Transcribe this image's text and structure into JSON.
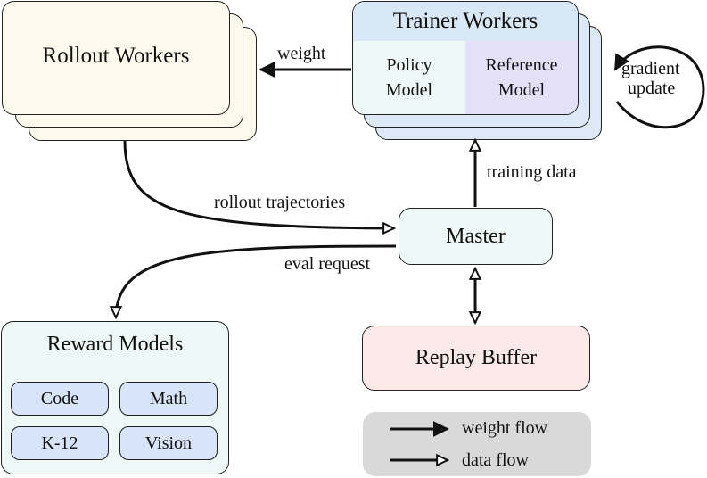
{
  "rollout": {
    "title": "Rollout Workers"
  },
  "trainer": {
    "title": "Trainer Workers",
    "policy_line1": "Policy",
    "policy_line2": "Model",
    "reference_line1": "Reference",
    "reference_line2": "Model"
  },
  "master": {
    "title": "Master"
  },
  "replay": {
    "title": "Replay Buffer"
  },
  "reward": {
    "title": "Reward Models",
    "items": [
      "Code",
      "Math",
      "K-12",
      "Vision"
    ]
  },
  "edges": {
    "weight": "weight",
    "gradient_line1": "gradient",
    "gradient_line2": "update",
    "training_data": "training data",
    "rollout_trajectories": "rollout trajectories",
    "eval_request": "eval request"
  },
  "legend": {
    "weight_flow": "weight flow",
    "data_flow": "data flow"
  },
  "colors": {
    "rollout_fill": "#fdf9ec",
    "trainer_header": "#d9e8f6",
    "policy_fill": "#eef8f6",
    "reference_fill": "#e4e0fa",
    "master_fill": "#eef8f6",
    "replay_fill": "#fde9e8",
    "reward_item_fill": "#d7e4fa",
    "legend_fill": "#d9d9d9"
  }
}
